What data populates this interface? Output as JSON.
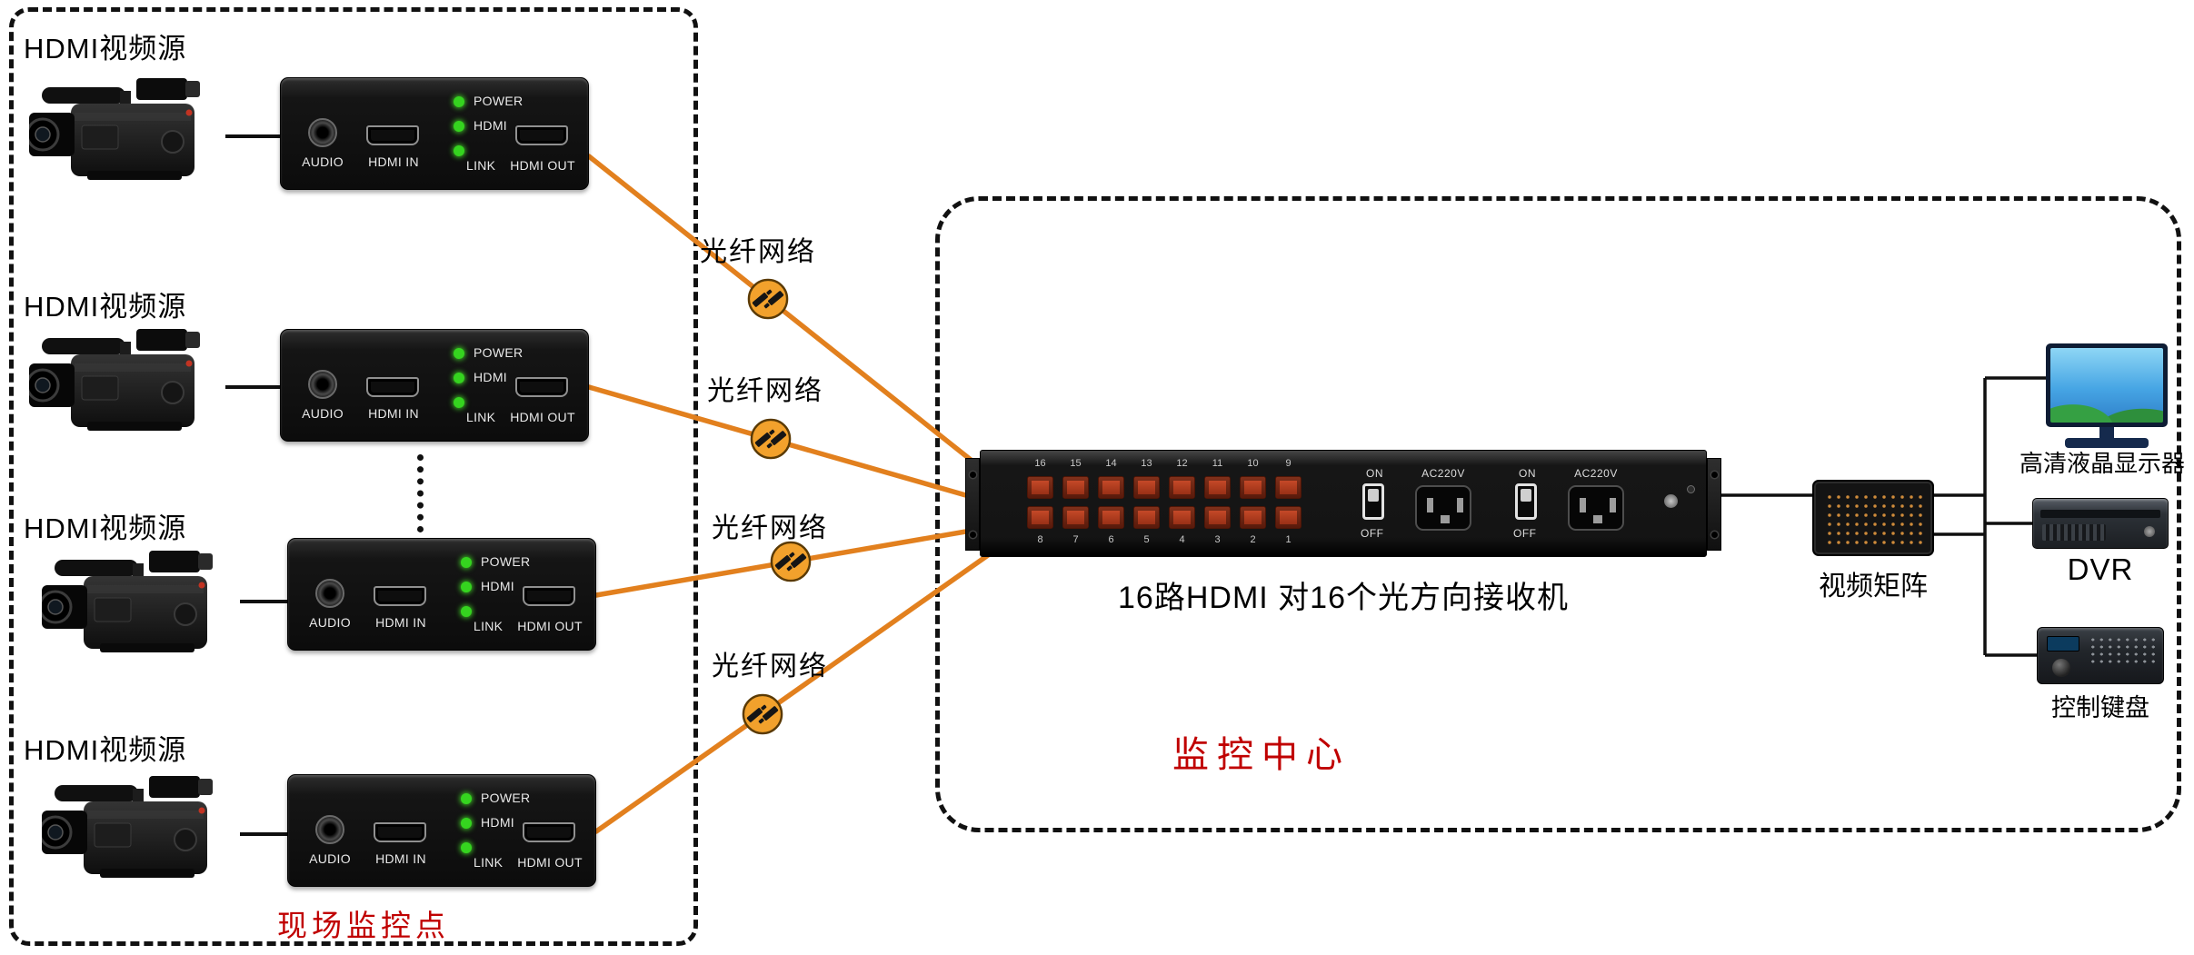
{
  "colors": {
    "fiber_line_orange": "#e2801e",
    "fiber_node_orange": "#f2a12c",
    "red_caption": "#c00000",
    "led_green": "#35d41f",
    "receiver_port_red": "#b03a20"
  },
  "site": {
    "caption": "现场监控点",
    "sources": [
      {
        "label": "HDMI视频源"
      },
      {
        "label": "HDMI视频源"
      },
      {
        "label": "HDMI视频源"
      },
      {
        "label": "HDMI视频源"
      }
    ]
  },
  "transmitter": {
    "audio": "AUDIO",
    "hdmi_in": "HDMI IN",
    "link": "LINK",
    "hdmi_out": "HDMI OUT",
    "led_power": "POWER",
    "led_hdmi": "HDMI"
  },
  "fiber": {
    "labels": [
      "光纤网络",
      "光纤网络",
      "光纤网络",
      "光纤网络"
    ]
  },
  "center": {
    "caption": "监控中心",
    "receiver": {
      "caption": "16路HDMI 对16个光方向接收机",
      "top_numbers": [
        "16",
        "15",
        "14",
        "13",
        "12",
        "11",
        "10",
        "9"
      ],
      "bottom_numbers": [
        "8",
        "7",
        "6",
        "5",
        "4",
        "3",
        "2",
        "1"
      ],
      "power": {
        "on": "ON",
        "off": "OFF",
        "ac": "AC220V"
      }
    },
    "matrix_label": "视频矩阵"
  },
  "outputs": {
    "monitor_label": "高清液晶显示器",
    "dvr_label": "DVR",
    "keyboard_label": "控制键盘"
  }
}
